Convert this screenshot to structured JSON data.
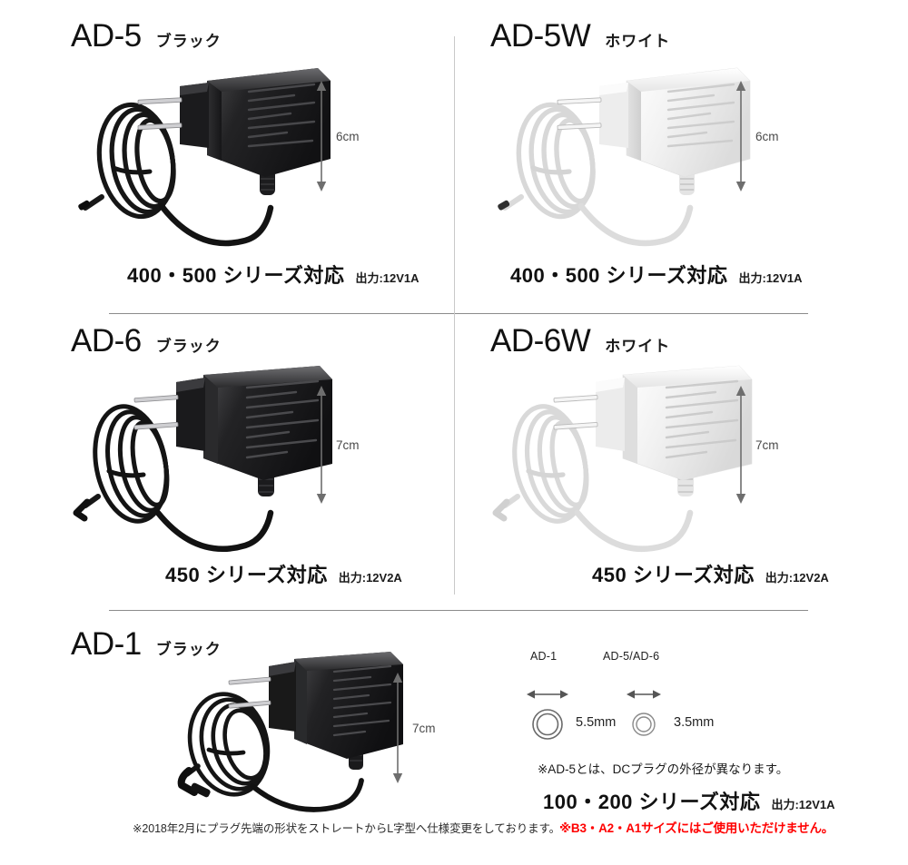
{
  "products": [
    {
      "model": "AD-5",
      "color_label": "ブラック",
      "series": "400・500 シリーズ対応",
      "output": "出力:12V1A",
      "dimension": "6cm",
      "body_color": "black"
    },
    {
      "model": "AD-5W",
      "color_label": "ホワイト",
      "series": "400・500 シリーズ対応",
      "output": "出力:12V1A",
      "dimension": "6cm",
      "body_color": "white"
    },
    {
      "model": "AD-6",
      "color_label": "ブラック",
      "series": "450 シリーズ対応",
      "output": "出力:12V2A",
      "dimension": "7cm",
      "body_color": "black"
    },
    {
      "model": "AD-6W",
      "color_label": "ホワイト",
      "series": "450 シリーズ対応",
      "output": "出力:12V2A",
      "dimension": "7cm",
      "body_color": "white"
    },
    {
      "model": "AD-1",
      "color_label": "ブラック",
      "series": "100・200 シリーズ対応",
      "output": "出力:12V1A",
      "dimension": "7cm",
      "body_color": "black"
    }
  ],
  "ad1_footnote": "※2018年2月にプラグ先端の形状をストレートからL字型へ仕様変更をしております。",
  "plug_compare": {
    "left_title": "AD-1",
    "right_title": "AD-5/AD-6",
    "left_size": "5.5mm",
    "right_size": "3.5mm",
    "note": "※AD-5とは、DCプラグの外径が異なります。"
  },
  "bottom_spec": {
    "series": "100・200 シリーズ対応",
    "output": "出力:12V1A",
    "warning": "※B3・A2・A1サイズにはご使用いただけません。"
  },
  "colors": {
    "warning_red": "#ff0000",
    "divider_gray": "#8b8b8b",
    "dim_arrow_gray": "#6e6e6e",
    "text_black": "#111111"
  }
}
